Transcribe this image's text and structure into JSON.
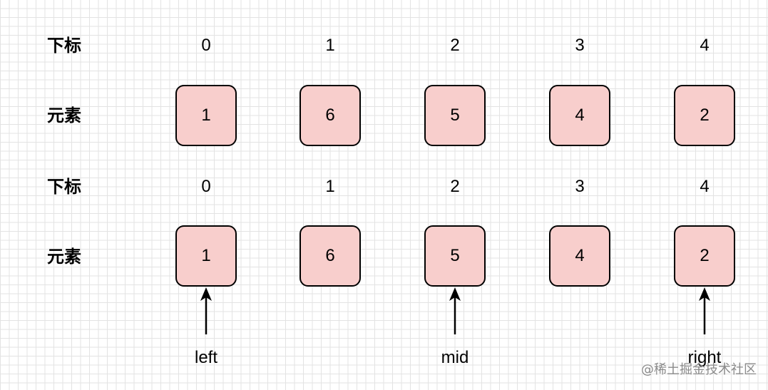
{
  "row1": {
    "index_label": "下标",
    "element_label": "元素",
    "indices": [
      "0",
      "1",
      "2",
      "3",
      "4"
    ],
    "elements": [
      "1",
      "6",
      "5",
      "4",
      "2"
    ]
  },
  "row2": {
    "index_label": "下标",
    "element_label": "元素",
    "indices": [
      "0",
      "1",
      "2",
      "3",
      "4"
    ],
    "elements": [
      "1",
      "6",
      "5",
      "4",
      "2"
    ]
  },
  "pointers": {
    "left": "left",
    "mid": "mid",
    "right": "right"
  },
  "colors": {
    "cell_fill": "#f8cecc",
    "cell_stroke": "#000000"
  },
  "watermark": "@稀土掘金技术社区"
}
